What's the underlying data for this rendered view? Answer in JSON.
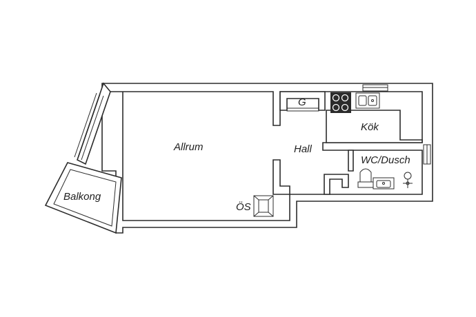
{
  "rooms": {
    "allrum": "Allrum",
    "hall": "Hall",
    "kok": "Kök",
    "wc": "WC/Dusch",
    "balkong": "Balkong",
    "os": "ÖS",
    "g": "G"
  },
  "colors": {
    "wall": "#2b2b2b",
    "background": "#ffffff"
  }
}
